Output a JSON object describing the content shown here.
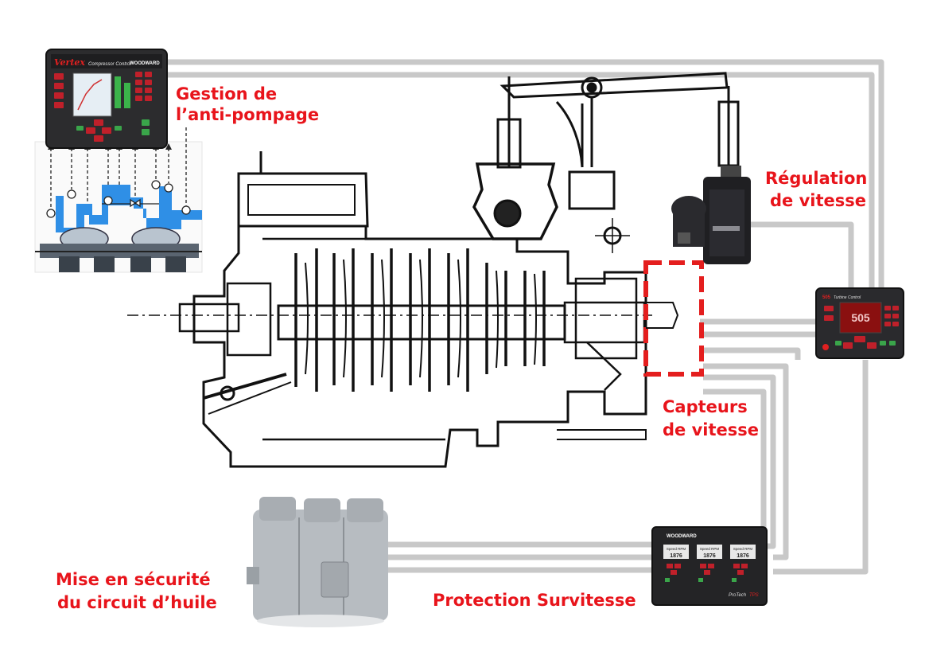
{
  "labels": {
    "antisurge_line1": "Gestion de",
    "antisurge_line2": "l’anti-pompage",
    "speed_line1": "Régulation",
    "speed_line2": "de vitesse",
    "sensors_line1": "Capteurs",
    "sensors_line2": "de vitesse",
    "trip_line1": "Mise en sécurité",
    "trip_line2": "du circuit d’huile",
    "overspeed": "Protection Survitesse"
  },
  "devices": {
    "vertex_brand": "Vertex",
    "vertex_sub": "Compressor Control",
    "maker": "WOODWARD",
    "speed_control_brand": "505",
    "speed_control_sub": "Turbine Control",
    "speed_control_display": "505",
    "protech_brand": "ProTech",
    "protech_model": "TPS",
    "protech_readout": "1876",
    "protech_module_label": "Speed RPM"
  },
  "colors": {
    "label_red": "#e8141b",
    "cable_gray": "#c8c8c8",
    "process_blue": "#2f8fe6",
    "sensor_box_red": "#e41e1e"
  }
}
